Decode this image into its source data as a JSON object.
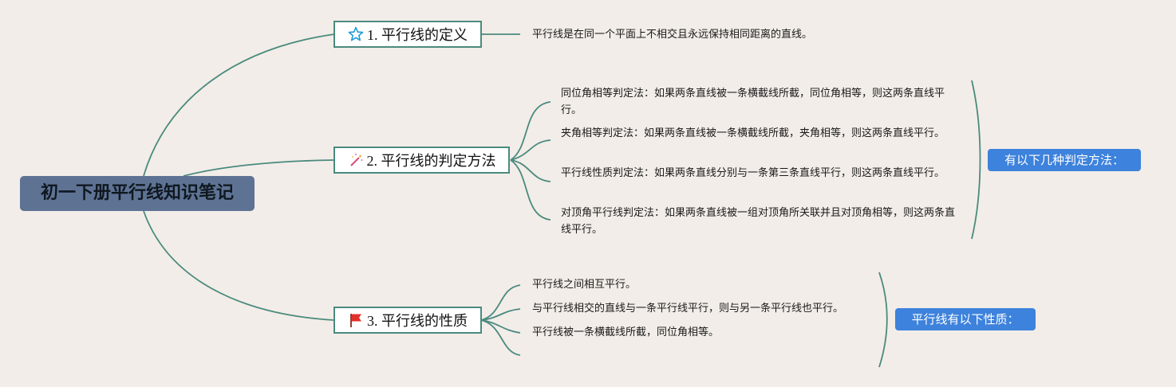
{
  "root": {
    "label": "初一下册平行线知识笔记"
  },
  "branches": [
    {
      "label": "1. 平行线的定义",
      "icon": "star-icon"
    },
    {
      "label": "2. 平行线的判定方法",
      "icon": "magic-wand-icon"
    },
    {
      "label": "3. 平行线的性质",
      "icon": "red-flag-icon"
    }
  ],
  "definition": {
    "text": "平行线是在同一个平面上不相交且永远保持相同距离的直线。"
  },
  "criteria": {
    "items": [
      "同位角相等判定法：如果两条直线被一条横截线所截，同位角相等，则这两条直线平行。",
      "夹角相等判定法：如果两条直线被一条横截线所截，夹角相等，则这两条直线平行。",
      "平行线性质判定法：如果两条直线分别与一条第三条直线平行，则这两条直线平行。",
      "对顶角平行线判定法：如果两条直线被一组对顶角所关联并且对顶角相等，则这两条直线平行。"
    ],
    "summary": "有以下几种判定方法："
  },
  "properties": {
    "items": [
      "平行线之间相互平行。",
      "与平行线相交的直线与一条平行线平行，则与另一条平行线也平行。",
      "平行线被一条横截线所截，同位角相等。"
    ],
    "summary": "平行线有以下性质："
  },
  "colors": {
    "connector": "#4a8a7e",
    "root_fill": "#5e7394",
    "summary_fill": "#3d82dc",
    "background": "#f2ede8"
  }
}
